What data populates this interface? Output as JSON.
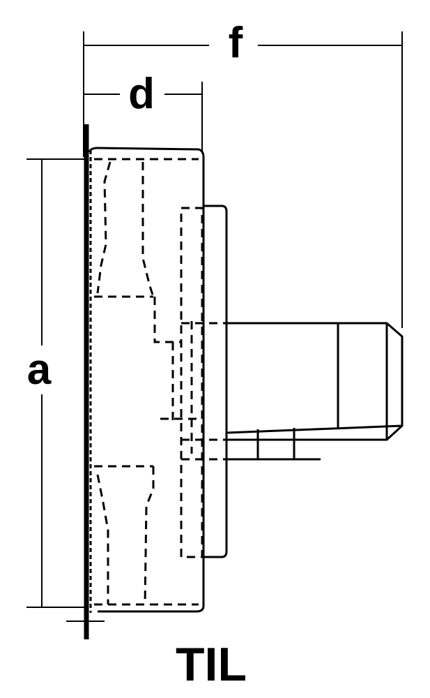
{
  "labels": {
    "dim_f": "f",
    "dim_d": "d",
    "dim_a": "a",
    "model": "TIL"
  },
  "colors": {
    "line": "#000000",
    "background": "#ffffff"
  }
}
